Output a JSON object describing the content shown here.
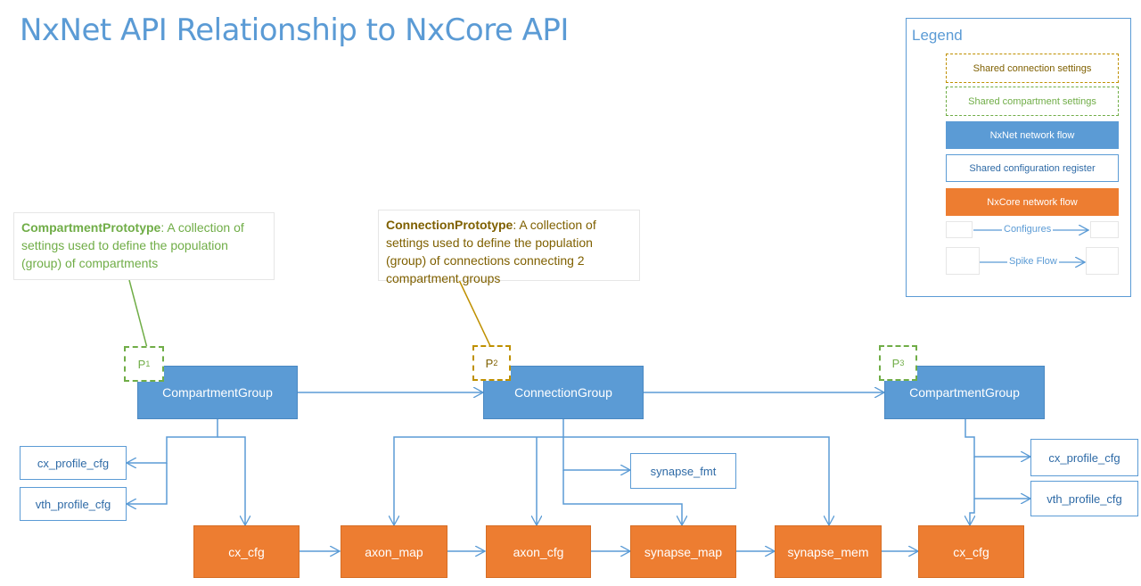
{
  "title": "NxNet API Relationship to NxCore API",
  "notes": {
    "compartment": {
      "term": "CompartmentPrototype",
      "text": ": A collection of settings used to define the population (group) of compartments"
    },
    "connection": {
      "term": "ConnectionPrototype",
      "text": ": A collection of settings used to define the population (group) of connections connecting 2 compartment groups"
    }
  },
  "prototypes": {
    "p1": "P",
    "p1_sub": "1",
    "p2": "P",
    "p2_sub": "2",
    "p3": "P",
    "p3_sub": "3"
  },
  "nxnet": {
    "left_group": "CompartmentGroup",
    "connection_group": "ConnectionGroup",
    "right_group": "CompartmentGroup"
  },
  "registers": {
    "left_cx_profile": "cx_profile_cfg",
    "left_vth_profile": "vth_profile_cfg",
    "synapse_fmt": "synapse_fmt",
    "right_cx_profile": "cx_profile_cfg",
    "right_vth_profile": "vth_profile_cfg"
  },
  "nxcore": [
    "cx_cfg",
    "axon_map",
    "axon_cfg",
    "synapse_map",
    "synapse_mem",
    "cx_cfg"
  ],
  "legend": {
    "title": "Legend",
    "shared_connection": "Shared connection settings",
    "shared_compartment": "Shared compartment settings",
    "nxnet_flow": "NxNet network flow",
    "shared_register": "Shared configuration register",
    "nxcore_flow": "NxCore network flow",
    "configures": "Configures",
    "spike_flow": "Spike Flow"
  },
  "colors": {
    "blue": "#5b9bd5",
    "orange": "#ed7d31",
    "green": "#70ad47",
    "gold": "#bf9000"
  }
}
